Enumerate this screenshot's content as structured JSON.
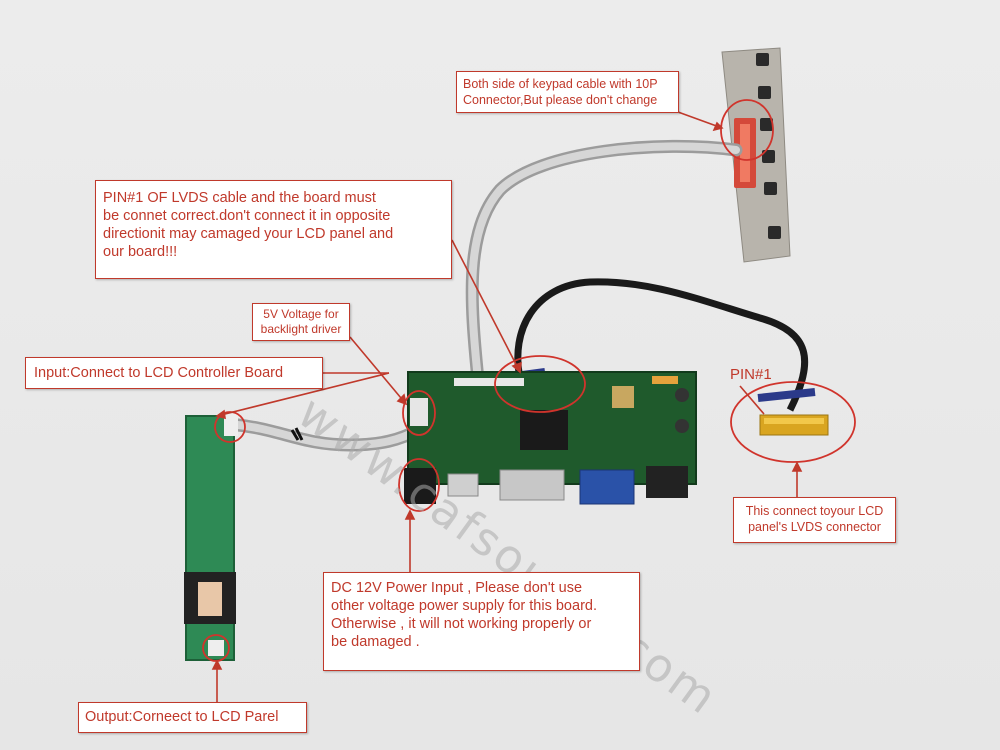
{
  "annotations": {
    "keypad": {
      "line1": "Both side of keypad cable with 10P",
      "line2": "Connector,But please don't change"
    },
    "pin1_warning": {
      "line1": "PIN#1 OF LVDS cable and the board must",
      "line2": "be connet correct.don't connect it in opposite",
      "line3": "directionit may camaged your LCD panel and",
      "line4": "our board!!!"
    },
    "voltage_5v": {
      "line1": "5V Voltage for",
      "line2": "backlight driver"
    },
    "input": "Input:Connect to LCD Controller Board",
    "dc_power": {
      "line1": "DC 12V Power Input , Please don't use",
      "line2": "other voltage power supply for this board.",
      "line3": "Otherwise , it will not working properly or",
      "line4": "be damaged ."
    },
    "lvds_connector": {
      "line1": "This connect toyour LCD",
      "line2": "panel's LVDS connector"
    },
    "output": "Output:Corneect to LCD Parel",
    "pin1_label": "PIN#1"
  },
  "watermark": "www.cafsoulcd.com",
  "colors": {
    "annotation_red": "#c0392b",
    "pcb_green": "#1f5a2c",
    "background": "#ebebeb"
  }
}
